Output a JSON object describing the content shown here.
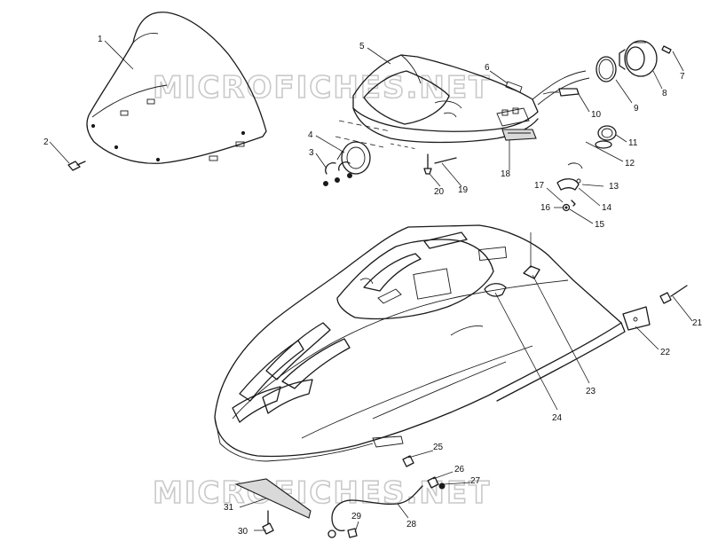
{
  "watermark": {
    "text_top": "MICROFICHES.NET",
    "text_bottom": "MICROFICHES.NET"
  },
  "callouts": [
    {
      "id": "c1",
      "label": "1"
    },
    {
      "id": "c2",
      "label": "2"
    },
    {
      "id": "c3",
      "label": "3"
    },
    {
      "id": "c4",
      "label": "4"
    },
    {
      "id": "c5",
      "label": "5"
    },
    {
      "id": "c6",
      "label": "6"
    },
    {
      "id": "c7",
      "label": "7"
    },
    {
      "id": "c8",
      "label": "8"
    },
    {
      "id": "c9",
      "label": "9"
    },
    {
      "id": "c10",
      "label": "10"
    },
    {
      "id": "c11",
      "label": "11"
    },
    {
      "id": "c12",
      "label": "12"
    },
    {
      "id": "c13",
      "label": "13"
    },
    {
      "id": "c14",
      "label": "14"
    },
    {
      "id": "c15",
      "label": "15"
    },
    {
      "id": "c16",
      "label": "16"
    },
    {
      "id": "c17",
      "label": "17"
    },
    {
      "id": "c18",
      "label": "18"
    },
    {
      "id": "c19",
      "label": "19"
    },
    {
      "id": "c20",
      "label": "20"
    },
    {
      "id": "c21",
      "label": "21"
    },
    {
      "id": "c22",
      "label": "22"
    },
    {
      "id": "c23",
      "label": "23"
    },
    {
      "id": "c24",
      "label": "24"
    },
    {
      "id": "c25",
      "label": "25"
    },
    {
      "id": "c26",
      "label": "26"
    },
    {
      "id": "c27",
      "label": "27"
    },
    {
      "id": "c28",
      "label": "28"
    },
    {
      "id": "c29",
      "label": "29"
    },
    {
      "id": "c30",
      "label": "30"
    },
    {
      "id": "c31",
      "label": "31"
    }
  ]
}
